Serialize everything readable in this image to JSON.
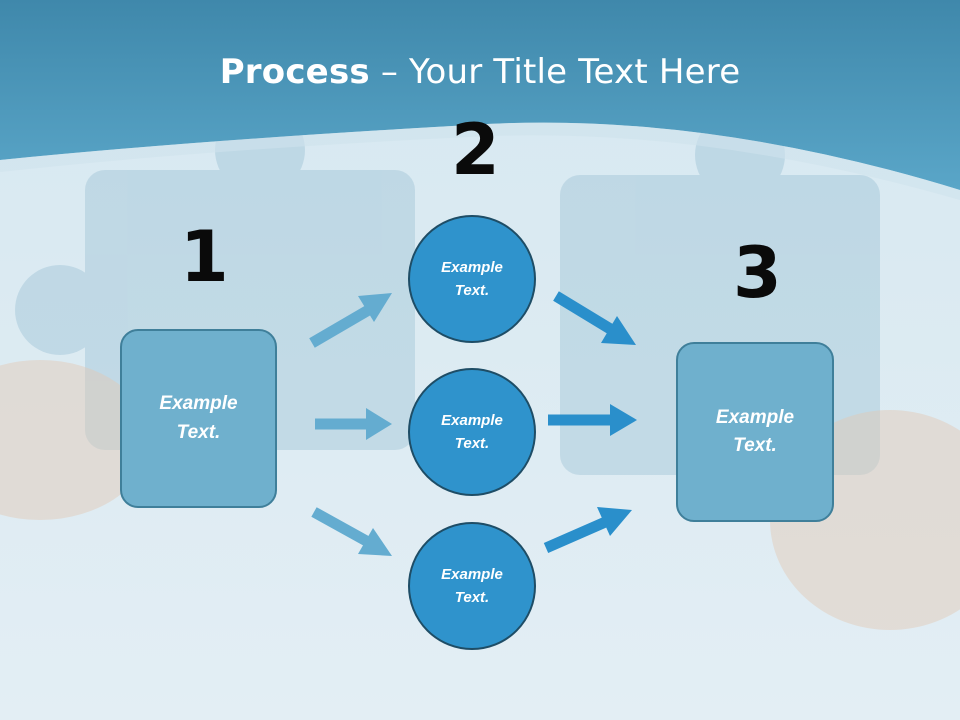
{
  "title": {
    "bold": "Process",
    "rest": " – Your Title Text Here"
  },
  "steps": {
    "one": {
      "number": "1",
      "text": "Example Text."
    },
    "two": {
      "number": "2",
      "circles": [
        {
          "text": "Example Text."
        },
        {
          "text": "Example Text."
        },
        {
          "text": "Example Text."
        }
      ]
    },
    "three": {
      "number": "3",
      "text": "Example Text."
    }
  },
  "colors": {
    "header": "#4f97b8",
    "box_fill": "#6fb0cd",
    "circle_fill": "#2f93cc",
    "arrow_light": "#64acd0",
    "arrow_dark": "#2a8fcb"
  }
}
